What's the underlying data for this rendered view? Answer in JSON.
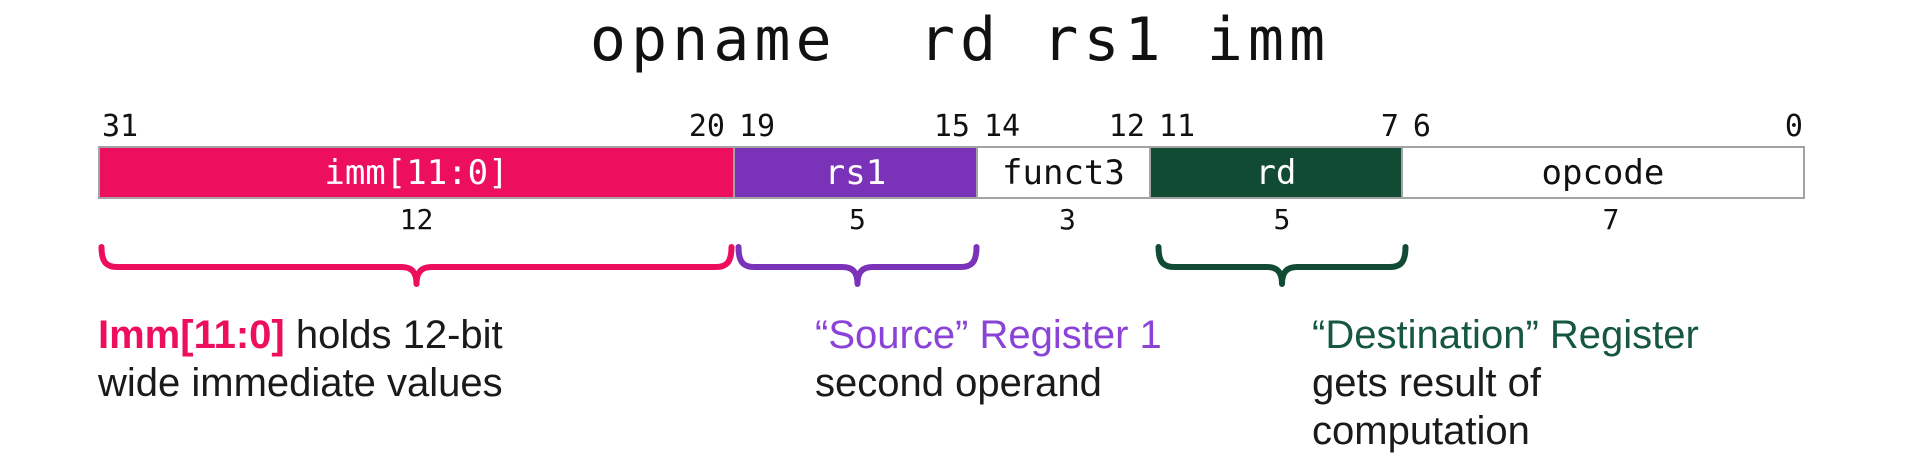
{
  "title": "opname  rd rs1 imm",
  "colors": {
    "pink": "#ED0E5E",
    "purple": "#7A33B8",
    "purple_text": "#8A43D6",
    "green": "#114B33",
    "green_text": "#16573F",
    "border": "#A3A3A3"
  },
  "fields": [
    {
      "name": "imm",
      "label": "imm[11:0]",
      "bit_high": "31",
      "bit_low": "20",
      "width_bits": "12",
      "bg": "#ED0E5E",
      "fg": "#FFFFFF"
    },
    {
      "name": "rs1",
      "label": "rs1",
      "bit_high": "19",
      "bit_low": "15",
      "width_bits": "5",
      "bg": "#7A33B8",
      "fg": "#FFFFFF"
    },
    {
      "name": "funct3",
      "label": "funct3",
      "bit_high": "14",
      "bit_low": "12",
      "width_bits": "3",
      "bg": "#FFFFFF",
      "fg": "#111111"
    },
    {
      "name": "rd",
      "label": "rd",
      "bit_high": "11",
      "bit_low": "7",
      "width_bits": "5",
      "bg": "#114B33",
      "fg": "#FFFFFF"
    },
    {
      "name": "opcode",
      "label": "opcode",
      "bit_high": "6",
      "bit_low": "0",
      "width_bits": "7",
      "bg": "#FFFFFF",
      "fg": "#111111"
    }
  ],
  "annotations": [
    {
      "lead": "Imm[11:0]",
      "lead_color": "#ED0E5E",
      "after": " holds 12-bit",
      "line2": "wide immediate values",
      "line3": ""
    },
    {
      "lead": "“Source” Register 1",
      "lead_color": "#8A43D6",
      "after": "",
      "line2": "second operand",
      "line3": ""
    },
    {
      "lead": "“Destination” Register",
      "lead_color": "#16573F",
      "after": "",
      "line2": "gets result of",
      "line3": "computation"
    }
  ]
}
